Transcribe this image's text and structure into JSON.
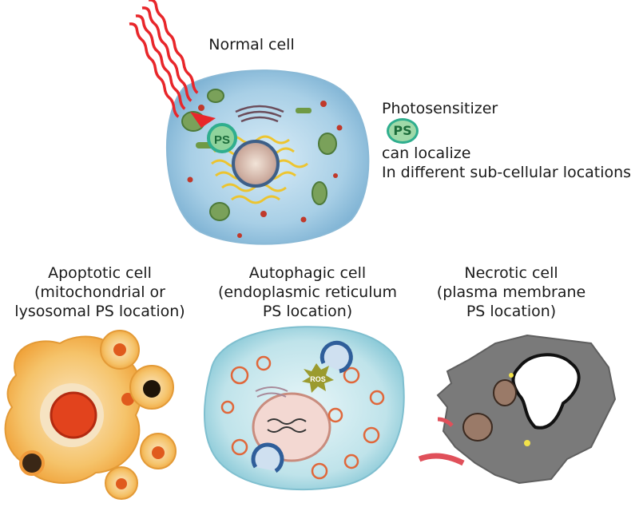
{
  "normal_cell": {
    "title": "Normal cell",
    "ps_label": "PS"
  },
  "photosensitizer_note": {
    "line1_before": "Photosensitizer",
    "badge": "PS",
    "line1_after": "can localize",
    "line2": "In different sub-cellular locations"
  },
  "apoptotic": {
    "lines": [
      "Apoptotic cell",
      "(mitochondrial or",
      "lysosomal PS location)"
    ]
  },
  "autophagic": {
    "lines": [
      "Autophagic cell",
      "(endoplasmic reticulum",
      "PS location)"
    ],
    "ros_label": "ROS"
  },
  "necrotic": {
    "lines": [
      "Necrotic cell",
      "(plasma membrane",
      "PS location)"
    ]
  },
  "colors": {
    "cell_blue": "#a8cfe6",
    "light_wave": "#e8262a",
    "ps_green": "#2fae8e",
    "apoptotic_orange": "#f2a63a",
    "necrotic_gray": "#7a7a7a"
  }
}
